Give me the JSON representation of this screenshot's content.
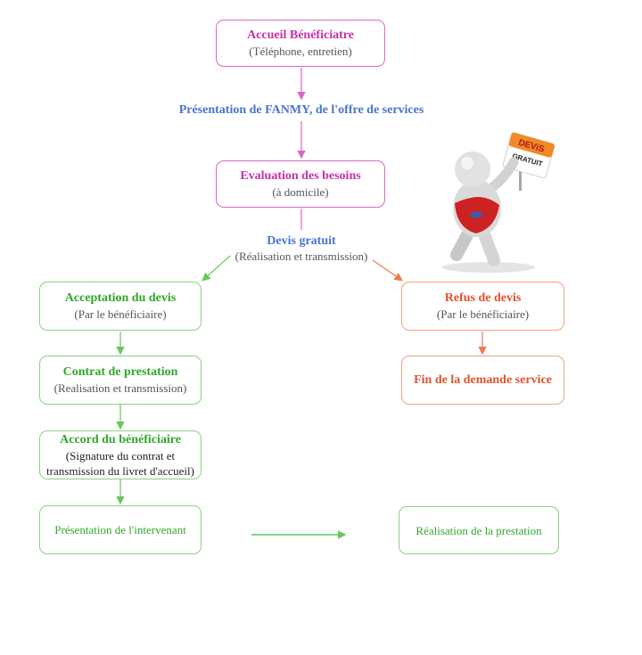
{
  "nodes": {
    "accueil": {
      "title": "Accueil Bénéficiatre",
      "sub": "(Téléphone, entretien)"
    },
    "presentation_label": "Présentation de FANMY, de l'offre de services",
    "evaluation": {
      "title": "Evaluation des besoins",
      "sub": "(à domicile)"
    },
    "devis": {
      "title": "Devis gratuit",
      "sub": "(Réalisation et transmission)"
    },
    "acceptation": {
      "title": "Acceptation du devis",
      "sub": "(Par le bénéficiaire)"
    },
    "refus": {
      "title": "Refus de devis",
      "sub": "(Par le bénéficiaire)"
    },
    "contrat": {
      "title": "Contrat de prestation",
      "sub": "(Realisation et transmission)"
    },
    "fin": {
      "title": "Fin de la demande service"
    },
    "accord": {
      "title": "Accord du bénéficiaire",
      "sub1": "(Signature du contrat et",
      "sub2": "transmission du livret d'accueil)"
    },
    "presentation_intervenant": {
      "title": "Présentation de l'intervenant"
    },
    "realisation": {
      "title": "Réalisation de la prestation"
    }
  },
  "illustration": {
    "sign_line1": "DEViS",
    "sign_line2": "GRATUIT"
  },
  "colors": {
    "pink": "#c530a8",
    "green": "#2fa82a",
    "orange": "#e0512b",
    "blue": "#4a72d2",
    "figure_red": "#cc2222"
  }
}
